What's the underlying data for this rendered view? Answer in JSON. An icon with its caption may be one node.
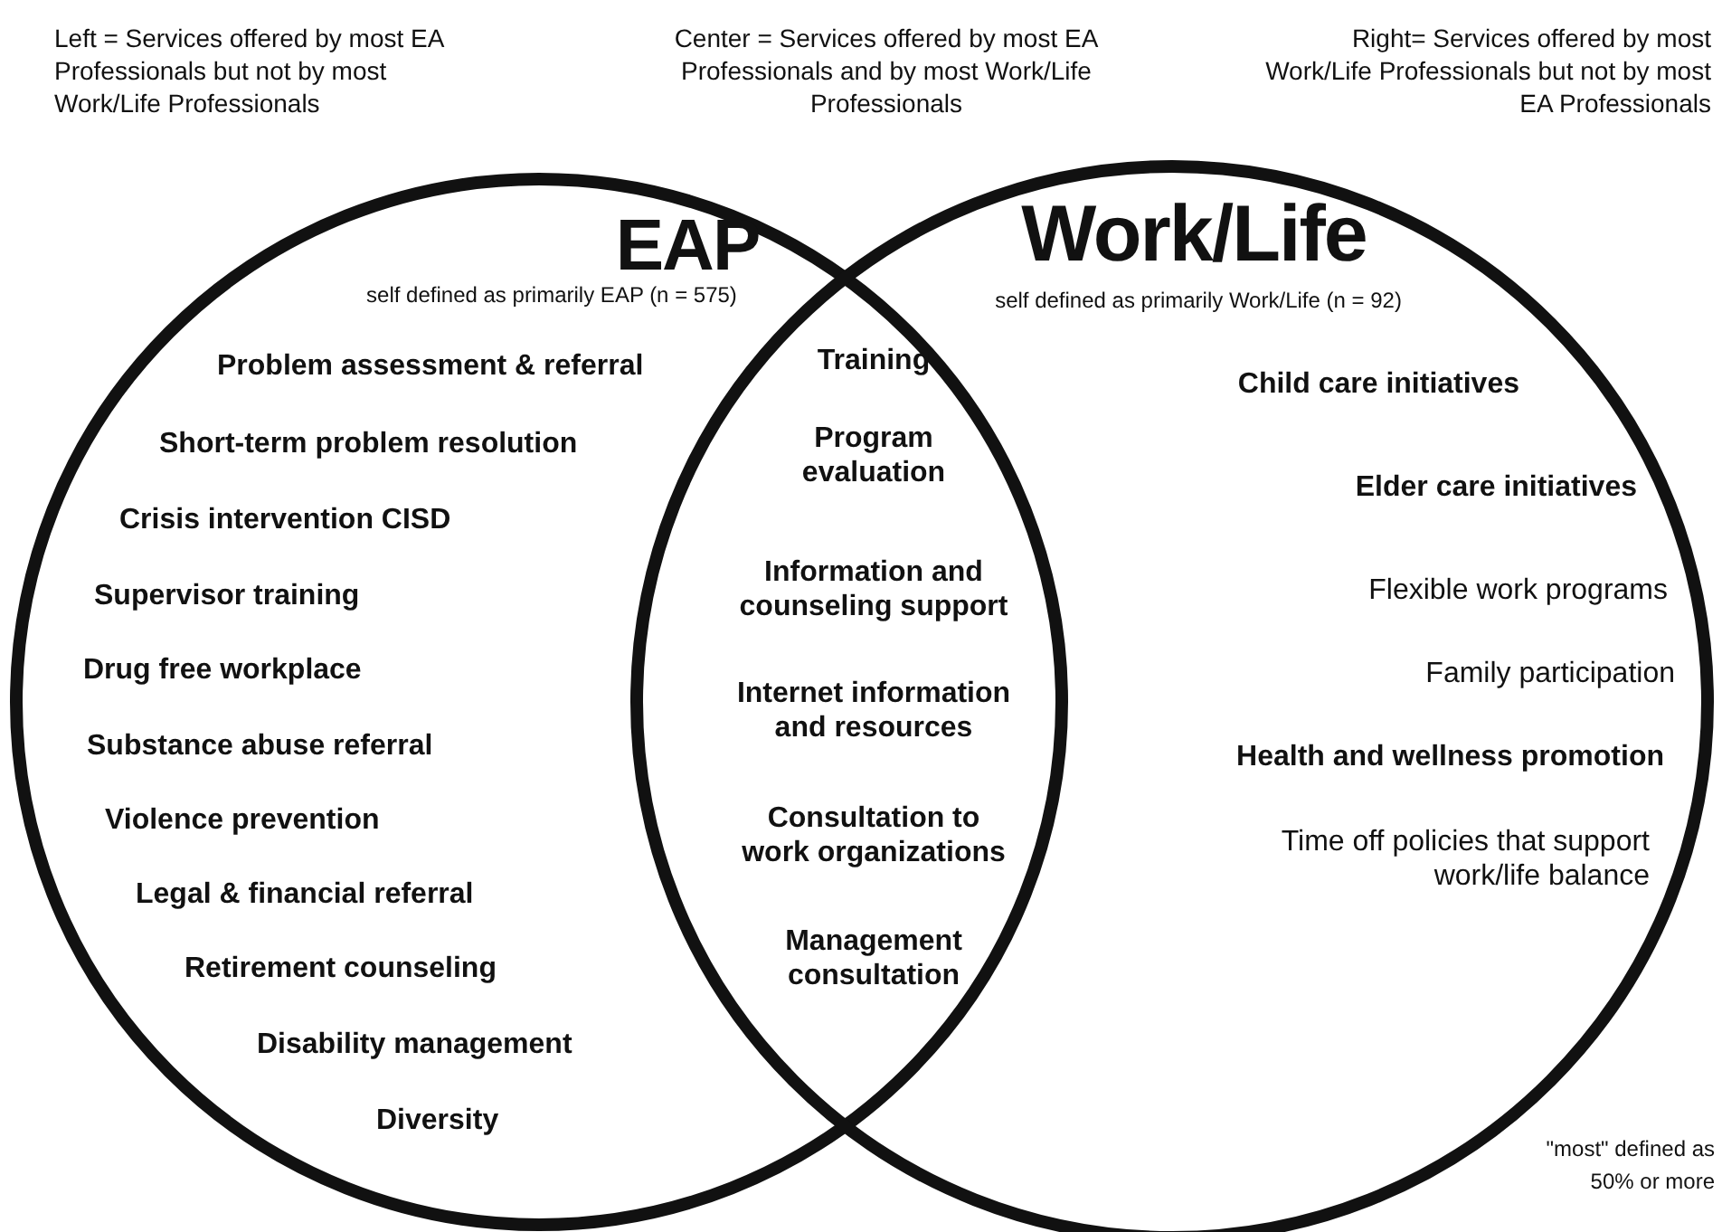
{
  "diagram": {
    "nodes": [
      {
        "text": [
          "EAP",
          "self defined as primarily EAP (n = 575)"
        ]
      },
      {
        "text": [
          "Work/Life",
          "self defined as primarily Work/Life (n = 92)"
        ]
      }
    ],
    "labels": [
      "Left = Services offered by most EA Professionals but not by most Work/Life Professionals",
      "Center = Services offered by most EA Professionals and by most Work/Life Professionals",
      "Right= Services offered by most Work/Life Professionals but not by most EA Professionals",
      "Problem assessment & referral",
      "Short-term problem resolution",
      "Crisis intervention CISD",
      "Supervisor training",
      "Drug free workplace",
      "Substance abuse referral",
      "Violence prevention",
      "Legal & financial referral",
      "Retirement counseling",
      "Disability management",
      "Diversity",
      "Training",
      "Program evaluation",
      "Information and counseling support",
      "Internet information and resources",
      "Consultation to work organizations",
      "Management consultation",
      "Child care initiatives",
      "Elder care initiatives",
      "Flexible work programs",
      "Family participation",
      "Health and wellness promotion",
      "Time off policies that support work/life balance",
      "\"most\" defined as 50% or more"
    ]
  }
}
